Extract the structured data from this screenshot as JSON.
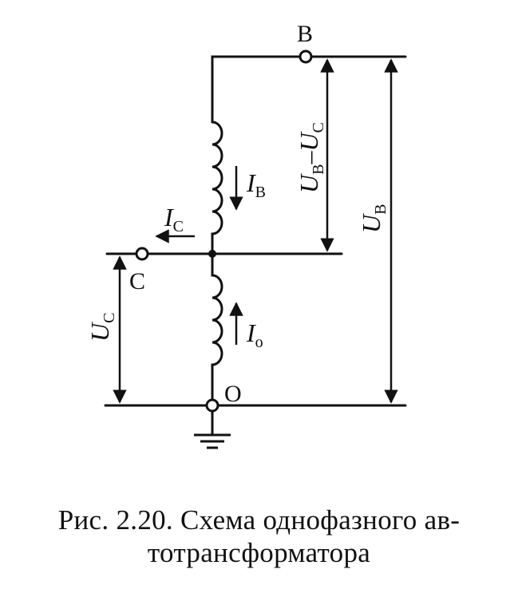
{
  "diagram": {
    "nodes": {
      "B": "B",
      "C": "C",
      "O": "O"
    },
    "currents": {
      "IB": {
        "symbol": "I",
        "sub": "B"
      },
      "IC": {
        "symbol": "I",
        "sub": "C"
      },
      "Io": {
        "symbol": "I",
        "sub": "o"
      }
    },
    "voltages": {
      "UB": {
        "symbol": "U",
        "sub": "B"
      },
      "UC": {
        "symbol": "U",
        "sub": "C"
      },
      "UB_minus_UC": {
        "symbol1": "U",
        "sub1": "B",
        "minus": "–",
        "symbol2": "U",
        "sub2": "C"
      }
    }
  },
  "caption": {
    "line1": "Рис. 2.20. Схема однофазного ав-",
    "line2": "тотрансформатора"
  }
}
